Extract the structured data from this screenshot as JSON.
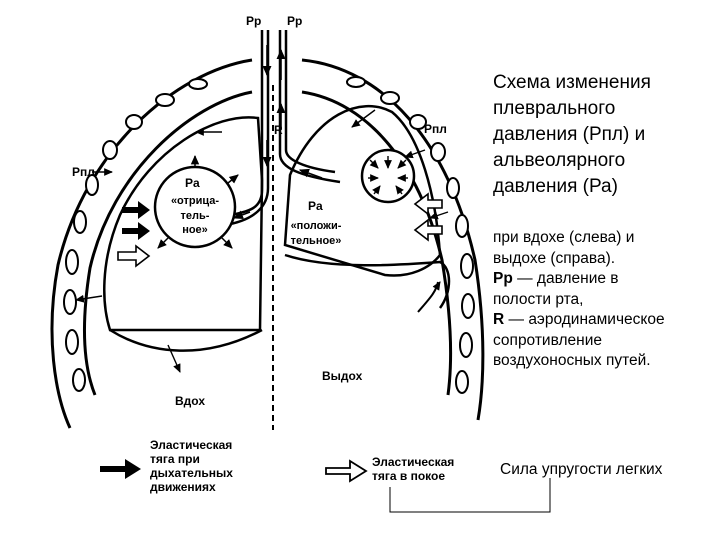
{
  "diagram": {
    "top_labels": [
      "Pp",
      "Pp"
    ],
    "r_label": "R",
    "pleural_left": "Pпл",
    "pleural_right": "Pпл",
    "alveolar_left_symbol": "Pa",
    "alveolar_left_lines": [
      "«отрица-",
      "тель-",
      "ное»"
    ],
    "alveolar_right_symbol": "Pa",
    "alveolar_right_lines": [
      "«положи-",
      "тельное»"
    ],
    "inhale_label": "Вдох",
    "exhale_label": "Выдох",
    "legend_solid_lines": [
      "Эластическая",
      "тяга при",
      "дыхательных",
      "движениях"
    ],
    "legend_open_lines": [
      "Эластическая",
      "тяга в покое"
    ]
  },
  "title_lines": [
    "Схема изменения",
    "плеврального",
    "давления (Рпл) и",
    "альвеолярного",
    "давления (Ра)"
  ],
  "desc_lines": {
    "line1": "при вдохе (слева) и",
    "line2": "выдохе (справа).",
    "line3_term": "Рр",
    "line3_rest": " — давление в",
    "line4": "полости рта,",
    "line5_term": "R",
    "line5_rest": " — аэродинамическое",
    "line6": "сопротивление",
    "line7": "воздухоносных путей."
  },
  "caption": "Сила упругости легких",
  "colors": {
    "ink": "#000000",
    "background": "#ffffff"
  }
}
